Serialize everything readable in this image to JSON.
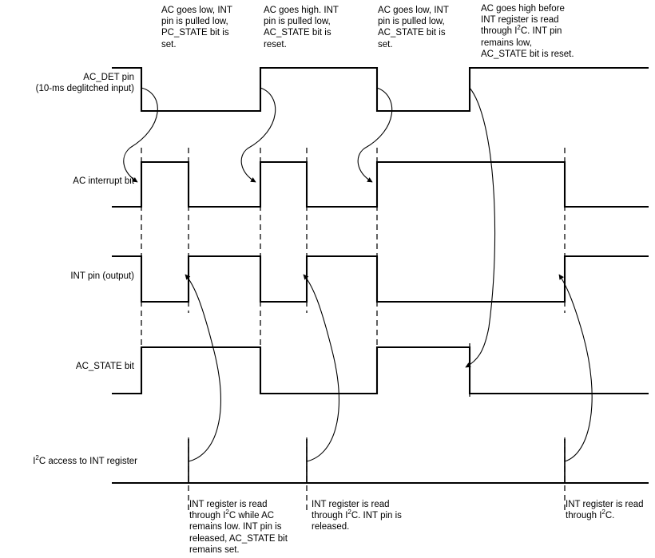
{
  "figure": {
    "title": "AC detection interrupt timing diagram",
    "type": "timing-diagram",
    "background": "#ffffff",
    "line_color": "#000000"
  },
  "top_notes": [
    "AC goes low, INT\npin is pulled low,\nPC_STATE bit is\nset.",
    "AC goes high. INT\npin is pulled low,\nAC_STATE bit is\nreset.",
    "AC goes low, INT\npin is pulled low,\nAC_STATE bit is\nset.",
    "AC goes high before\nINT register is read\nthrough I2C. INT pin\nremains low,\nAC_STATE bit is reset."
  ],
  "bottom_notes": [
    "INT register is read\nthrough I2C while AC\nremains low. INT pin is\nreleased, AC_STATE bit\nremains set.",
    "INT register is read\nthrough I2C. INT pin is\nreleased.",
    "INT register is read\nthrough I2C."
  ],
  "signals": [
    {
      "label": "AC_DET pin\n(10-ms deglitched input)",
      "name": "ac-det-pin"
    },
    {
      "label": "AC interrupt bit",
      "name": "ac-interrupt-bit"
    },
    {
      "label": "INT pin (output)",
      "name": "int-pin-output"
    },
    {
      "label": "AC_STATE bit",
      "name": "ac-state-bit"
    },
    {
      "label": "I2C access to INT register",
      "name": "i2c-access-to-int-register"
    }
  ],
  "chart_data": {
    "type": "timing",
    "xlim": [
      140,
      812
    ],
    "event_times": [
      177,
      236,
      326,
      384,
      472,
      588,
      707
    ],
    "waveforms": [
      {
        "name": "AC_DET pin",
        "high_y": 85,
        "low_y": 139,
        "transitions": [
          [
            140,
            1
          ],
          [
            177,
            0
          ],
          [
            326,
            1
          ],
          [
            472,
            0
          ],
          [
            588,
            1
          ],
          [
            812,
            1
          ]
        ]
      },
      {
        "name": "AC interrupt bit",
        "high_y": 203,
        "low_y": 259,
        "transitions": [
          [
            140,
            0
          ],
          [
            177,
            1
          ],
          [
            236,
            0
          ],
          [
            326,
            1
          ],
          [
            384,
            0
          ],
          [
            472,
            1
          ],
          [
            707,
            0
          ],
          [
            812,
            0
          ]
        ]
      },
      {
        "name": "INT pin (output)",
        "high_y": 321,
        "low_y": 378,
        "transitions": [
          [
            140,
            1
          ],
          [
            177,
            0
          ],
          [
            236,
            1
          ],
          [
            326,
            0
          ],
          [
            384,
            1
          ],
          [
            472,
            0
          ],
          [
            707,
            1
          ],
          [
            812,
            1
          ]
        ]
      },
      {
        "name": "AC_STATE bit",
        "high_y": 435,
        "low_y": 493,
        "transitions": [
          [
            140,
            0
          ],
          [
            177,
            1
          ],
          [
            326,
            0
          ],
          [
            472,
            1
          ],
          [
            588,
            0
          ],
          [
            812,
            0
          ]
        ]
      },
      {
        "name": "I2C access to INT register",
        "base_y": 605,
        "pulse_top_y": 550,
        "pulses": [
          236,
          384,
          707
        ]
      }
    ],
    "dashed_guides": [
      {
        "x": 177,
        "y0": 185,
        "y1": 497
      },
      {
        "x": 236,
        "y0": 185,
        "y1": 392
      },
      {
        "x": 326,
        "y0": 185,
        "y1": 497
      },
      {
        "x": 384,
        "y0": 185,
        "y1": 392
      },
      {
        "x": 472,
        "y0": 185,
        "y1": 497
      },
      {
        "x": 588,
        "y0": 430,
        "y1": 497
      },
      {
        "x": 707,
        "y0": 185,
        "y1": 392
      },
      {
        "x": 236,
        "y0": 548,
        "y1": 640
      },
      {
        "x": 384,
        "y0": 548,
        "y1": 640
      },
      {
        "x": 707,
        "y0": 548,
        "y1": 640
      }
    ],
    "annotation_arrows": [
      {
        "from": "AC_DET falling edge 1",
        "to": "AC interrupt rising edge 1"
      },
      {
        "from": "AC_DET rising edge 1",
        "to": "AC interrupt rising edge 2"
      },
      {
        "from": "AC_DET falling edge 2",
        "to": "AC interrupt rising edge 3"
      },
      {
        "from": "AC_DET rising edge 2",
        "to": "AC_STATE falling edge 2"
      },
      {
        "from": "I2C pulse 1",
        "to": "INT pin rising edge 1"
      },
      {
        "from": "I2C pulse 2",
        "to": "INT pin rising edge 2"
      },
      {
        "from": "I2C pulse 3",
        "to": "INT pin rising edge 3"
      }
    ]
  }
}
